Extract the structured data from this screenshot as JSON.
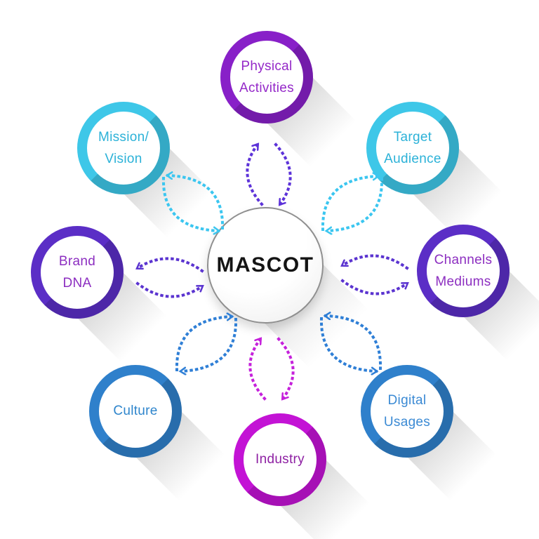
{
  "diagram": {
    "center": {
      "label": "MASCOT"
    },
    "nodes": [
      {
        "id": "physical-activities",
        "lines": [
          "Physical",
          "Activities"
        ],
        "ring": "#8820C8",
        "text": "#9428C8"
      },
      {
        "id": "target-audience",
        "lines": [
          "Target",
          "Audience"
        ],
        "ring": "#3EC7E8",
        "text": "#2CB2D8"
      },
      {
        "id": "channels-mediums",
        "lines": [
          "Channels",
          "Mediums"
        ],
        "ring": "#5B2EC6",
        "text": "#8C2EC0"
      },
      {
        "id": "digital-usages",
        "lines": [
          "Digital",
          "Usages"
        ],
        "ring": "#2F80CB",
        "text": "#3B8AD4"
      },
      {
        "id": "industry",
        "lines": [
          "Industry"
        ],
        "ring": "#C313D5",
        "text": "#8E21A3"
      },
      {
        "id": "culture",
        "lines": [
          "Culture"
        ],
        "ring": "#2F80CB",
        "text": "#2E85CC"
      },
      {
        "id": "brand-dna",
        "lines": [
          "Brand",
          "DNA"
        ],
        "ring": "#5B2EC6",
        "text": "#8C2EC0"
      },
      {
        "id": "mission-vision",
        "lines": [
          "Mission/",
          "Vision"
        ],
        "ring": "#3EC7E8",
        "text": "#2CB2D8"
      }
    ],
    "arrows": [
      {
        "id": "center-physical-activities",
        "color": "#5D33D9"
      },
      {
        "id": "center-target-audience",
        "color": "#3BC6F0"
      },
      {
        "id": "center-channels-mediums",
        "color": "#5B34D0"
      },
      {
        "id": "center-digital-usages",
        "color": "#2F7FD6"
      },
      {
        "id": "center-industry",
        "color": "#C521DB"
      },
      {
        "id": "center-culture",
        "color": "#2F7FD6"
      },
      {
        "id": "center-brand-dna",
        "color": "#5B34D0"
      },
      {
        "id": "center-mission-vision",
        "color": "#3BC6F0"
      }
    ]
  }
}
